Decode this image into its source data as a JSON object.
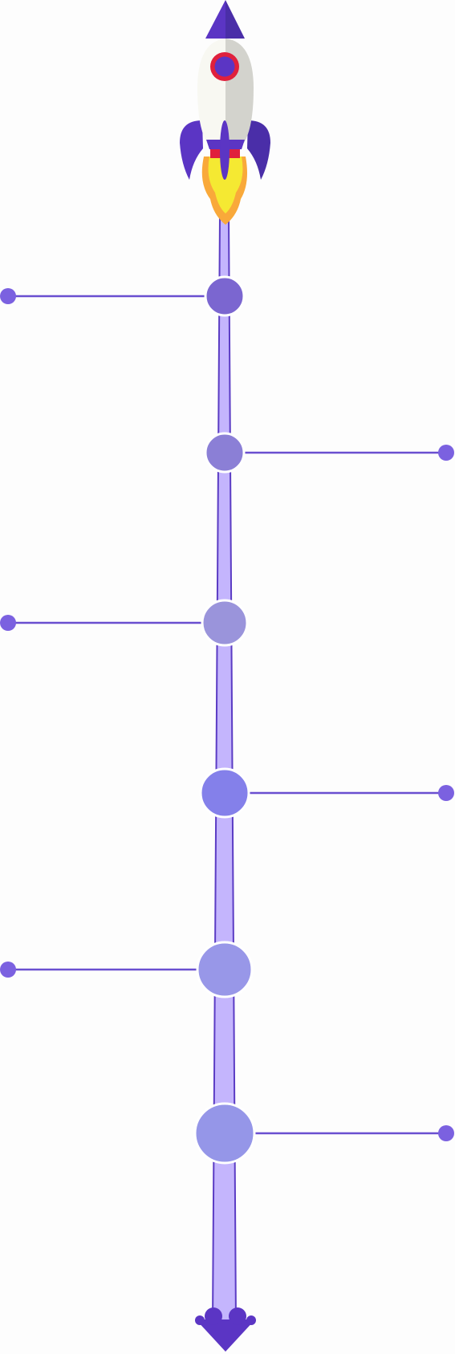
{
  "colors": {
    "background": "#fdfdfd",
    "trunk_fill": "#c4b5fd",
    "trunk_edge": "#5b3cc4",
    "connector": "#6a4fd0",
    "end_dot": "#7b61e0",
    "node_ring": "#ffffff",
    "node_colors": [
      "#7b66d0",
      "#8b7fd6",
      "#9a94db",
      "#8480ea",
      "#9897e8",
      "#9596e8"
    ],
    "rocket_body_light": "#f8f8f2",
    "rocket_body_shade": "#d3d3cd",
    "rocket_purple": "#5b35c4",
    "rocket_purple_dark": "#4a2ea8",
    "rocket_window_ring": "#e0203c",
    "flame_outer": "#f9a93a",
    "flame_inner": "#f5e932"
  },
  "icons": {
    "top": "rocket-icon",
    "bottom": "arrow-head-icon"
  },
  "timeline": {
    "milestones": [
      {
        "side": "left"
      },
      {
        "side": "right"
      },
      {
        "side": "left"
      },
      {
        "side": "right"
      },
      {
        "side": "left"
      },
      {
        "side": "right"
      }
    ]
  }
}
